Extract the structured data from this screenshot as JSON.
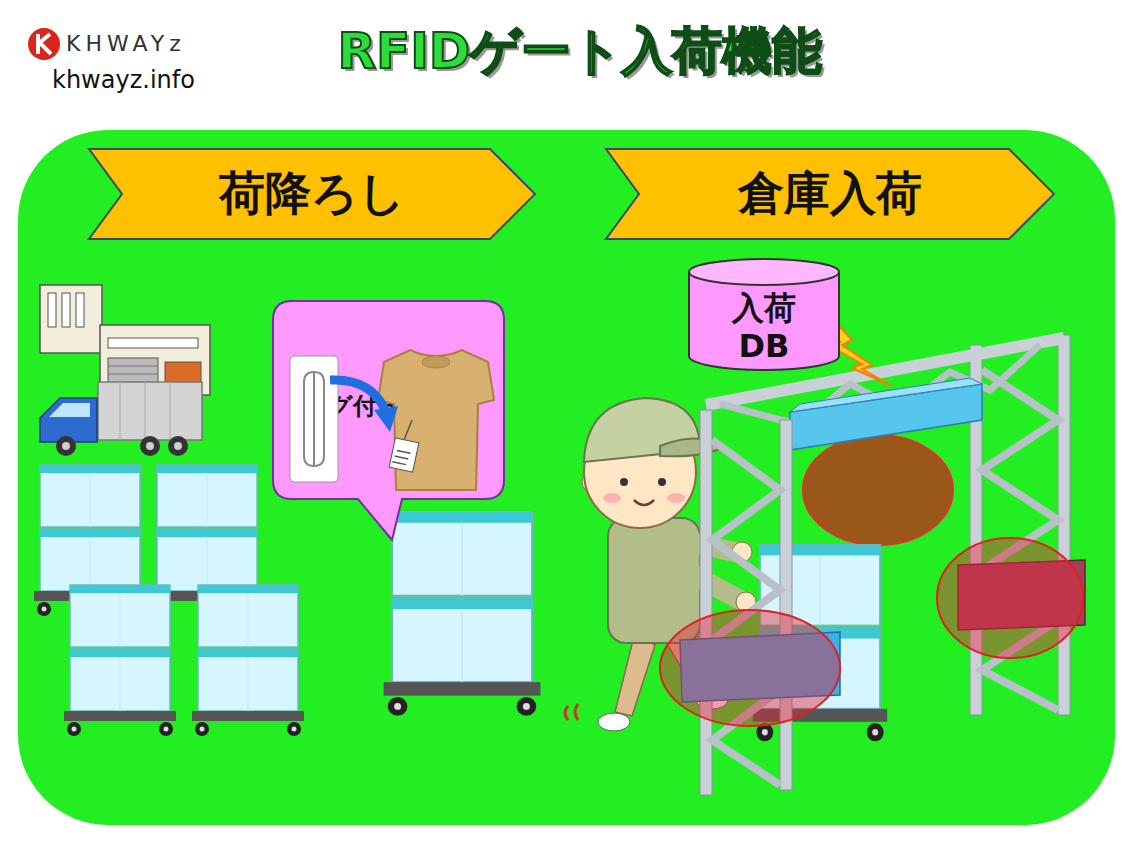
{
  "diagram": {
    "title": "RFIDゲート入荷機能",
    "nodes": [
      {
        "text": [
          "荷降ろし"
        ]
      },
      {
        "text": [
          "倉庫入荷"
        ]
      },
      {
        "text": [
          "タグ付き下げ札"
        ]
      },
      {
        "text": [
          "入荷 DB"
        ]
      }
    ],
    "labels": [
      "KHWAYz",
      "khwayz.info"
    ]
  }
}
